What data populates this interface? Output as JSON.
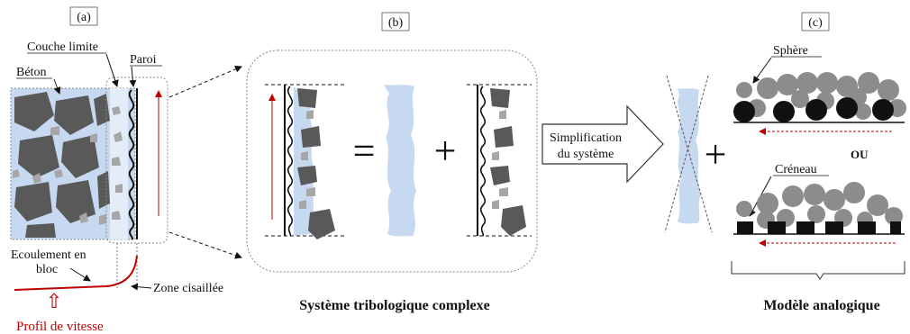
{
  "panel_a": {
    "tag": "(a)",
    "beton": "Béton",
    "couche_limite": "Couche limite",
    "paroi": "Paroi",
    "ecoulement_line1": "Ecoulement en",
    "ecoulement_line2": "bloc",
    "zone_cisaillee": "Zone cisaillée",
    "profil": "Profil de vitesse"
  },
  "panel_b": {
    "tag": "(b)",
    "equals": "=",
    "plus": "+",
    "caption": "Système tribologique complexe"
  },
  "arrow": {
    "line1": "Simplification",
    "line2": "du système"
  },
  "middle": {
    "plus": "+"
  },
  "panel_c": {
    "tag": "(c)",
    "sphere": "Sphère",
    "ou": "OU",
    "creneau": "Créneau",
    "caption": "Modèle analogique"
  },
  "colors": {
    "paste": "#c6d9f1",
    "aggregate_dark": "#595959",
    "aggregate_light": "#a6a6a6",
    "accent_red": "#c00000",
    "sphere_grey": "#8c8c8c"
  }
}
